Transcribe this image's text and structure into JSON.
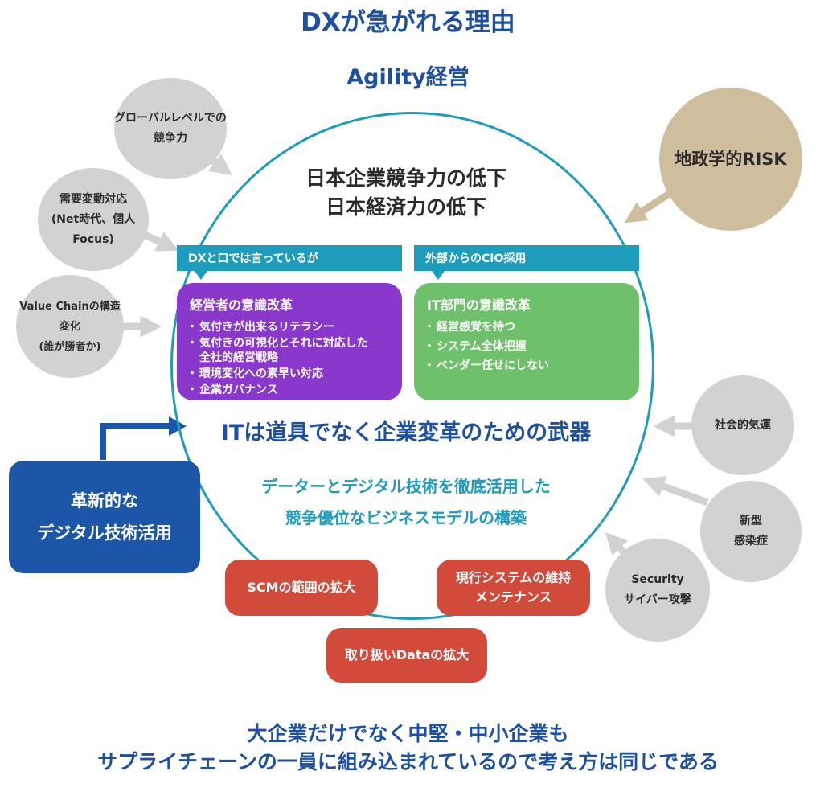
{
  "title": "DXが急がれる理由",
  "subtitle": "Agility経営",
  "center": {
    "line1": "日本企業競争力の低下",
    "line2": "日本経済力の低下"
  },
  "bubbles": {
    "global": {
      "line1": "グローバルレベルでの",
      "line2": "競争力"
    },
    "demand": {
      "line1": "需要変動対応",
      "line2": "(Net時代、個人Focus)"
    },
    "value_chain": {
      "line1": "Value Chainの構造変化",
      "line2": "(誰が勝者か)"
    },
    "geopolitics": {
      "line1": "地政学的RISK"
    },
    "social": {
      "line1": "社会的気運"
    },
    "covid": {
      "line1": "新型",
      "line2": "感染症"
    },
    "security": {
      "line1": "Security",
      "line2": "サイバー攻撃"
    }
  },
  "bands": {
    "left": "DXと口では言っているが",
    "right": "外部からのCIO採用"
  },
  "cards": {
    "management": {
      "title": "経営者の意識改革",
      "items": [
        "気付きが出来るリテラシー",
        "気付きの可視化とそれに対応した",
        "環境変化への素早い対応",
        "企業ガバナンス"
      ],
      "item2_cont": "全社的経営戦略"
    },
    "it_dept": {
      "title": "IT部門の意識改革",
      "items": [
        "経営感覚を持つ",
        "システム全体把握",
        "ベンダー任せにしない"
      ]
    }
  },
  "main_message": "ITは道具でなく企業変革のための武器",
  "strategy": {
    "line1": "データーとデジタル技術を徹底活用した",
    "line2": "競争優位なビジネスモデルの構築"
  },
  "dx_box": {
    "line1": "革新的な",
    "line2": "デジタル技術活用"
  },
  "red_boxes": {
    "scm": {
      "line1": "SCMの範囲の拡大"
    },
    "legacy": {
      "line1": "現行システムの維持",
      "line2": "メンテナンス"
    },
    "data": {
      "line1": "取り扱いDataの拡大"
    }
  },
  "footer": {
    "line1": "大企業だけでなく中堅・中小企業も",
    "line2": "サプライチェーンの一員に組み込まれているので考え方は同じである"
  },
  "colors": {
    "navy": "#1e4fa0",
    "teal": "#1d9cbc",
    "purple": "#8a37cc",
    "green": "#6fc06a",
    "red": "#d14a3a",
    "grey_bubble": "#d2d2d2",
    "tan_bubble": "#cfbe9e",
    "dx_blue": "#1d56a6"
  }
}
